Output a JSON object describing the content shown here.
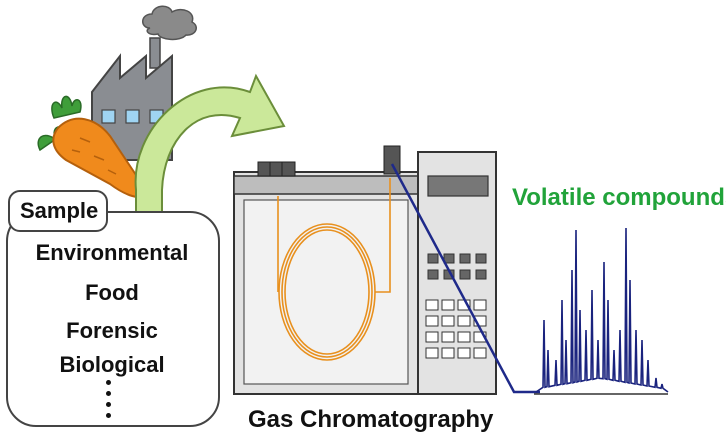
{
  "sample": {
    "tag": "Sample",
    "categories": [
      "Environmental",
      "Food",
      "Forensic",
      "Biological"
    ],
    "ellipsis": "⋮"
  },
  "instrument": {
    "name": "Gas Chromatography"
  },
  "output": {
    "name": "Volatile compounds"
  },
  "colors": {
    "arrow_fill": "#cbe89a",
    "arrow_stroke": "#6b8e3a",
    "factory": "#8a8d92",
    "smoke": "#8a8a8a",
    "carrot": "#f08a1c",
    "carrot_leaves": "#3f9e3a",
    "gc_body": "#e3e3e3",
    "column_coil": "#e8901e",
    "transfer_line": "#1f2a8a",
    "chromatogram": "#1a237e",
    "output_text": "#21a33a"
  },
  "icons": [
    "factory-icon",
    "smoke-icon",
    "carrot-icon",
    "curved-arrow-icon",
    "gc-oven-icon",
    "gc-column-coil-icon",
    "gc-control-panel-icon",
    "chromatogram-icon"
  ]
}
